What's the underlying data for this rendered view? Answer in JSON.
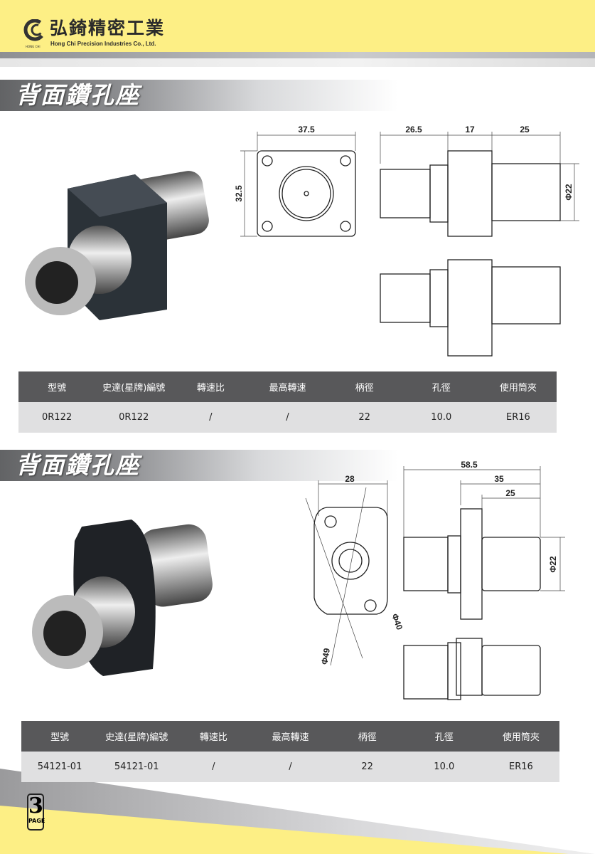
{
  "header": {
    "company_cn": "弘錡精密工業",
    "company_en": "Hong Chi Precision Industries Co., Ltd.",
    "logo_text": "HONG CHI"
  },
  "sections": [
    {
      "title": "背面鑽孔座",
      "dims": {
        "width": "37.5",
        "height": "32.5",
        "len1": "26.5",
        "len2": "17",
        "len3": "25",
        "dia": "Φ22"
      },
      "table": {
        "headers": [
          "型號",
          "史達(星牌)編號",
          "轉速比",
          "最高轉速",
          "柄徑",
          "孔徑",
          "使用筒夾"
        ],
        "row": [
          "0R122",
          "0R122",
          "/",
          "/",
          "22",
          "10.0",
          "ER16"
        ]
      }
    },
    {
      "title": "背面鑽孔座",
      "dims": {
        "width": "28",
        "d49": "Φ49",
        "d40": "Φ40",
        "len1": "58.5",
        "len2": "35",
        "len3": "25",
        "dia": "Φ22"
      },
      "table": {
        "headers": [
          "型號",
          "史達(星牌)編號",
          "轉速比",
          "最高轉速",
          "柄徑",
          "孔徑",
          "使用筒夾"
        ],
        "row": [
          "54121-01",
          "54121-01",
          "/",
          "/",
          "22",
          "10.0",
          "ER16"
        ]
      }
    }
  ],
  "page": {
    "number": "3",
    "label": "PAGE"
  },
  "colors": {
    "header": "#fdef85",
    "table_header": "#58585a",
    "table_row": "#e0e0e1"
  }
}
